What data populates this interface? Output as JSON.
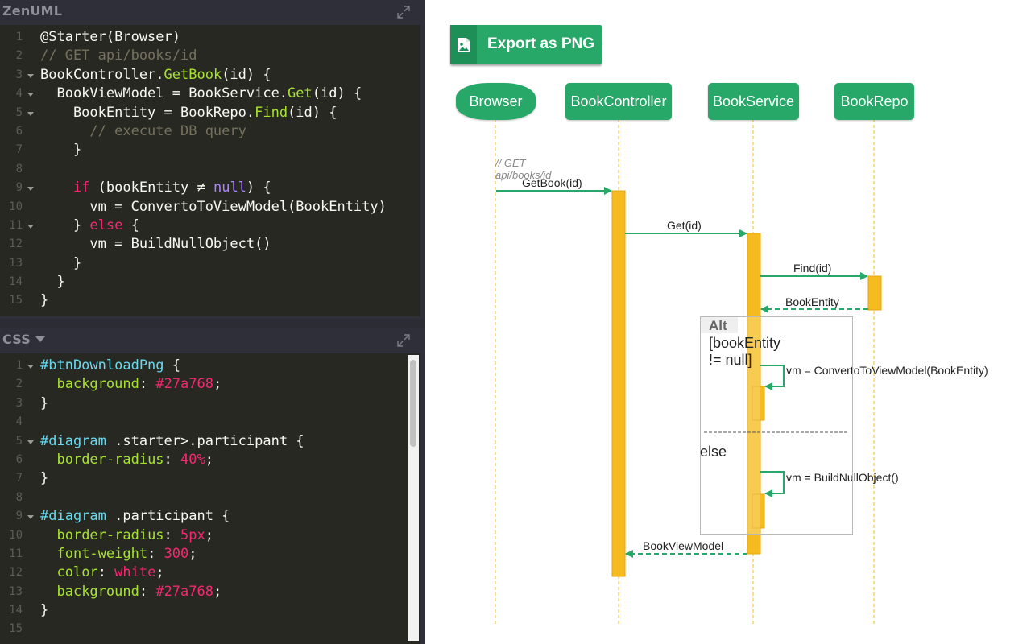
{
  "editor": {
    "dsl_panel": {
      "title": "ZenUML",
      "lines": [
        {
          "n": "1"
        },
        {
          "n": "2"
        },
        {
          "n": "3"
        },
        {
          "n": "4"
        },
        {
          "n": "5"
        },
        {
          "n": "6"
        },
        {
          "n": "7"
        },
        {
          "n": "8"
        },
        {
          "n": "9"
        },
        {
          "n": "10"
        },
        {
          "n": "11"
        },
        {
          "n": "12"
        },
        {
          "n": "13"
        },
        {
          "n": "14"
        },
        {
          "n": "15"
        }
      ],
      "code": [
        "@Starter(Browser)",
        "// GET api/books/id",
        "BookController.GetBook(id) {",
        "  BookViewModel = BookService.Get(id) {",
        "    BookEntity = BookRepo.Find(id) {",
        "      // execute DB query",
        "    }",
        "",
        "    if (bookEntity ≠ null) {",
        "      vm = ConvertoToViewModel(BookEntity)",
        "    } else {",
        "      vm = BuildNullObject()",
        "    }",
        "  }",
        "}"
      ]
    },
    "css_panel": {
      "title": "CSS",
      "code": [
        "#btnDownloadPng {",
        "  background: #27a768;",
        "}",
        "",
        "#diagram .starter>.participant {",
        "  border-radius: 40%;",
        "}",
        "",
        "#diagram .participant {",
        "  border-radius: 5px;",
        "  font-weight: 300;",
        "  color: white;",
        "  background: #27a768;",
        "}",
        ""
      ]
    }
  },
  "toolbar": {
    "export_label": "Export as PNG",
    "export_icon": "image-file-icon"
  },
  "diagram": {
    "participants": {
      "browser": "Browser",
      "book_controller": "BookController",
      "book_service": "BookService",
      "book_repo": "BookRepo"
    },
    "comment": "// GET api/books/id",
    "messages": {
      "get_book": "GetBook(id)",
      "get": "Get(id)",
      "find": "Find(id)",
      "book_entity_return": "BookEntity",
      "self_convert": "vm = ConvertoToViewModel(BookEntity)",
      "self_null": "vm = BuildNullObject()",
      "view_model_return": "BookViewModel"
    },
    "fragment": {
      "tag": "Alt",
      "condition": "[bookEntity != null]",
      "else_label": "else"
    }
  },
  "colors": {
    "accent": "#27a768",
    "activation": "#f5bb1f",
    "lifeline": "#f5bb1f",
    "editor_bg": "#272822"
  }
}
